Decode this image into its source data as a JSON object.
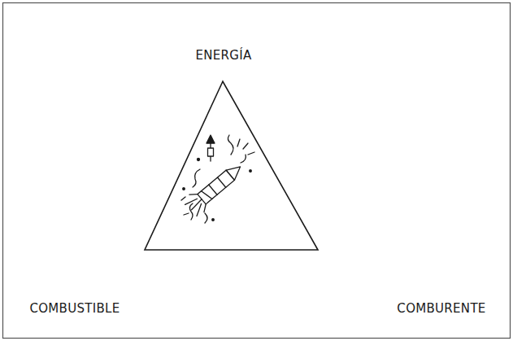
{
  "diagram": {
    "labels": [
      "ENERGÍA",
      "COMBUSTIBLE",
      "COMBURENTE"
    ]
  }
}
